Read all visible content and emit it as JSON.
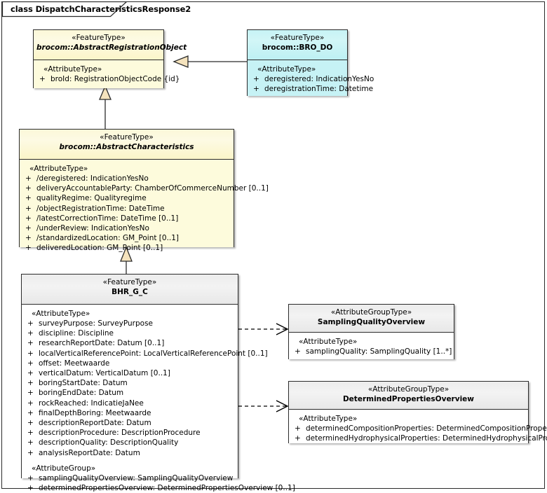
{
  "frame": {
    "title": "class DispatchCharacteristicsResponse2"
  },
  "classes": {
    "abstract_registration_object": {
      "stereotype": "«FeatureType»",
      "name": "brocom::AbstractRegistrationObject",
      "group_label": "«AttributeType»",
      "attributes": [
        {
          "visibility": "+",
          "text": "broId: RegistrationObjectCode {id}"
        }
      ]
    },
    "bro_do": {
      "stereotype": "«FeatureType»",
      "name": "brocom::BRO_DO",
      "group_label": "«AttributeType»",
      "attributes": [
        {
          "visibility": "+",
          "text": "deregistered: IndicationYesNo"
        },
        {
          "visibility": "+",
          "text": "deregistrationTime: Datetime"
        }
      ]
    },
    "abstract_characteristics": {
      "stereotype": "«FeatureType»",
      "name": "brocom::AbstractCharacteristics",
      "group_label": "«AttributeType»",
      "attributes": [
        {
          "visibility": "+",
          "text": "/deregistered: IndicationYesNo"
        },
        {
          "visibility": "+",
          "text": "deliveryAccountableParty: ChamberOfCommerceNumber [0..1]"
        },
        {
          "visibility": "+",
          "text": "qualityRegime: Qualityregime"
        },
        {
          "visibility": "+",
          "text": "/objectRegistrationTime: DateTime"
        },
        {
          "visibility": "+",
          "text": "/latestCorrectionTime: DateTime [0..1]"
        },
        {
          "visibility": "+",
          "text": "/underReview: IndicationYesNo"
        },
        {
          "visibility": "+",
          "text": "/standardizedLocation: GM_Point [0..1]"
        },
        {
          "visibility": "+",
          "text": "deliveredLocation: GM_Point [0..1]"
        }
      ]
    },
    "bhr_g_c": {
      "stereotype": "«FeatureType»",
      "name": "BHR_G_C",
      "group_label": "«AttributeType»",
      "attributes": [
        {
          "visibility": "+",
          "text": "surveyPurpose: SurveyPurpose"
        },
        {
          "visibility": "+",
          "text": "discipline: Discipline"
        },
        {
          "visibility": "+",
          "text": "researchReportDate: Datum [0..1]"
        },
        {
          "visibility": "+",
          "text": "localVerticalReferencePoint: LocalVerticalReferencePoint [0..1]"
        },
        {
          "visibility": "+",
          "text": "offset: Meetwaarde"
        },
        {
          "visibility": "+",
          "text": "verticalDatum: VerticalDatum [0..1]"
        },
        {
          "visibility": "+",
          "text": "boringStartDate: Datum"
        },
        {
          "visibility": "+",
          "text": "boringEndDate: Datum"
        },
        {
          "visibility": "+",
          "text": "rockReached: IndicatieJaNee"
        },
        {
          "visibility": "+",
          "text": "finalDepthBoring: Meetwaarde"
        },
        {
          "visibility": "+",
          "text": "descriptionReportDate: Datum"
        },
        {
          "visibility": "+",
          "text": "descriptionProcedure: DescriptionProcedure"
        },
        {
          "visibility": "+",
          "text": "descriptionQuality: DescriptionQuality"
        },
        {
          "visibility": "+",
          "text": "analysisReportDate: Datum"
        }
      ],
      "group_label_2": "«AttributeGroup»",
      "attributes_2": [
        {
          "visibility": "+",
          "text": "samplingQualityOverview: SamplingQualityOverview"
        },
        {
          "visibility": "+",
          "text": "determinedPropertiesOverview: DeterminedPropertiesOverview [0..1]"
        }
      ]
    },
    "sampling_quality_overview": {
      "stereotype": "«AttributeGroupType»",
      "name": "SamplingQualityOverview",
      "group_label": "«AttributeType»",
      "attributes": [
        {
          "visibility": "+",
          "text": "samplingQuality: SamplingQuality [1..*]"
        }
      ]
    },
    "determined_properties_overview": {
      "stereotype": "«AttributeGroupType»",
      "name": "DeterminedPropertiesOverview",
      "group_label": "«AttributeType»",
      "attributes": [
        {
          "visibility": "+",
          "text": "determinedCompositionProperties: DeterminedCompositionProperties"
        },
        {
          "visibility": "+",
          "text": "determinedHydrophysicalProperties: DeterminedHydrophysicalProperties"
        }
      ]
    }
  },
  "connectors": [
    {
      "name": "generalization-bro-do-to-abstract-registration-object",
      "kind": "generalization"
    },
    {
      "name": "generalization-abstract-characteristics-to-abstract-registration-object",
      "kind": "generalization"
    },
    {
      "name": "generalization-bhr-g-c-to-abstract-characteristics",
      "kind": "generalization"
    },
    {
      "name": "dependency-bhr-g-c-to-sampling-quality-overview",
      "kind": "dependency"
    },
    {
      "name": "dependency-bhr-g-c-to-determined-properties-overview",
      "kind": "dependency"
    }
  ],
  "colors": {
    "feature_type_fill": "#fdfbdc",
    "bro_do_fill": "#c6f2f5",
    "group_type_fill": "#ffffff",
    "border": "#2b2b2b"
  }
}
